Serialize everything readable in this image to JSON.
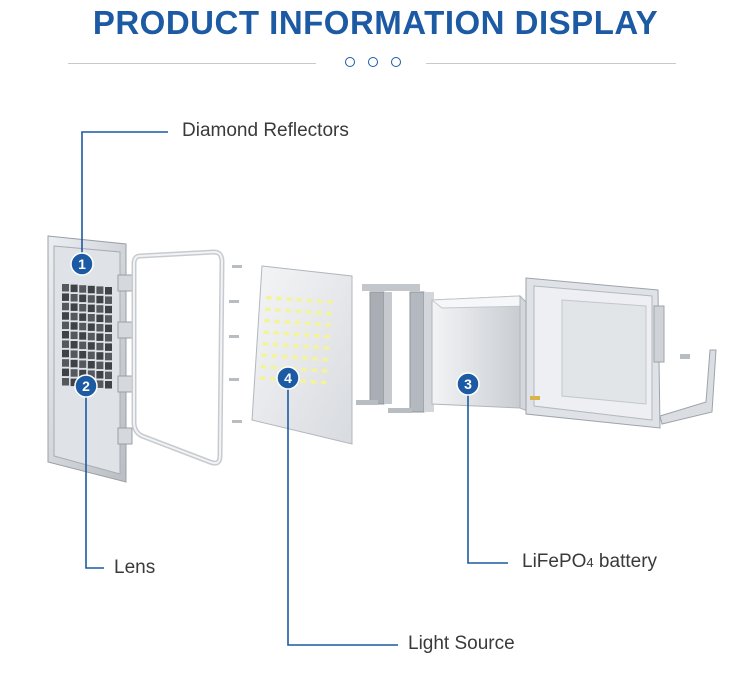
{
  "header": {
    "title": "PRODUCT INFORMATION DISPLAY"
  },
  "callouts": [
    {
      "number": "1",
      "label": "Diamond Reflectors"
    },
    {
      "number": "2",
      "label": "Lens"
    },
    {
      "number": "3",
      "label": "LiFePO",
      "label_sub": "4",
      "label_suffix": " battery"
    },
    {
      "number": "4",
      "label": "Light Source"
    }
  ],
  "colors": {
    "accent": "#1c5aa3",
    "badge": "#1c5aa3",
    "separator": "#c9c9c9"
  }
}
